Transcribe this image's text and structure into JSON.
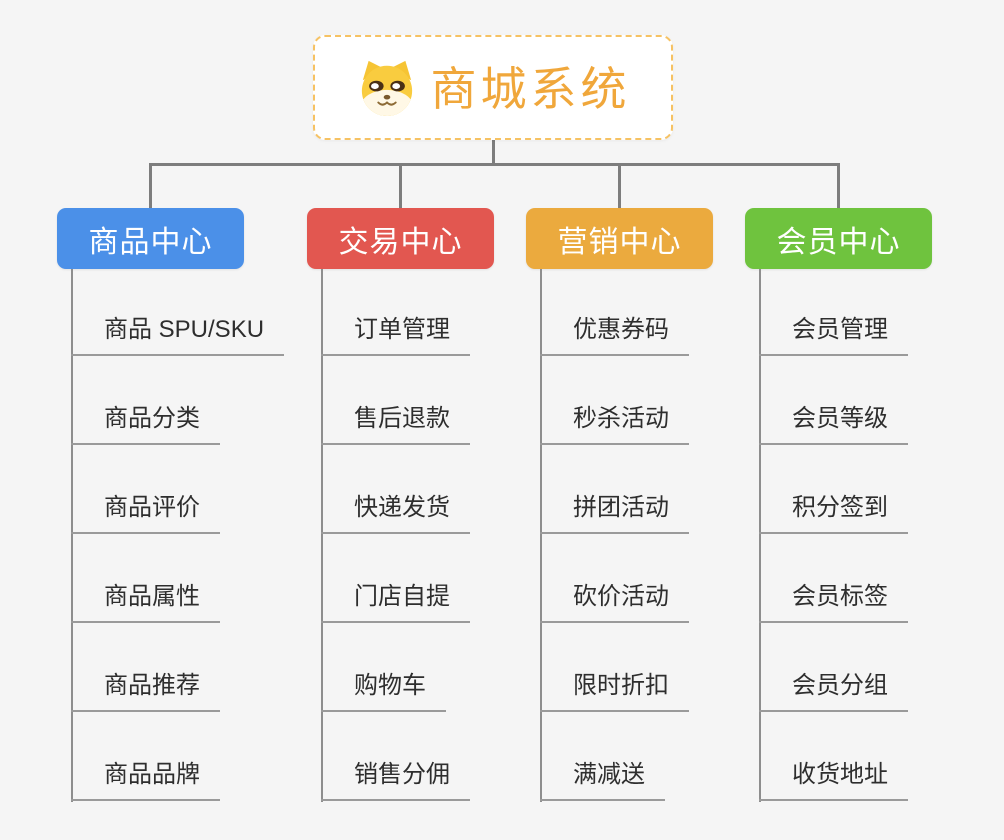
{
  "root": {
    "title": "商城系统",
    "icon": "shiba-dog-icon",
    "accent_color": "#F0A73B",
    "border_color": "#F6C263"
  },
  "background_color": "#F5F5F5",
  "connector_color": "#7D7D7D",
  "underline_color": "#9A9A9A",
  "branches": [
    {
      "label": "商品中心",
      "color": "#4B90E8",
      "items": [
        "商品 SPU/SKU",
        "商品分类",
        "商品评价",
        "商品属性",
        "商品推荐",
        "商品品牌"
      ]
    },
    {
      "label": "交易中心",
      "color": "#E25750",
      "items": [
        "订单管理",
        "售后退款",
        "快递发货",
        "门店自提",
        "购物车",
        "销售分佣"
      ]
    },
    {
      "label": "营销中心",
      "color": "#EBAA3E",
      "items": [
        "优惠券码",
        "秒杀活动",
        "拼团活动",
        "砍价活动",
        "限时折扣",
        "满减送"
      ]
    },
    {
      "label": "会员中心",
      "color": "#6FC33E",
      "items": [
        "会员管理",
        "会员等级",
        "积分签到",
        "会员标签",
        "会员分组",
        "收货地址"
      ]
    }
  ]
}
